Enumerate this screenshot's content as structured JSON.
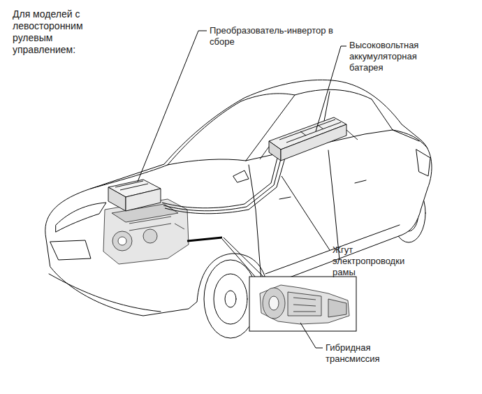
{
  "diagram": {
    "title": "Для моделей с левосторонним рулевым управлением:",
    "labels": [
      "Преобразователь-инвертор в сборе",
      "Высоковольтная аккумуляторная батарея",
      "Жгут электропроводки рамы",
      "Гибридная трансмиссия"
    ]
  }
}
